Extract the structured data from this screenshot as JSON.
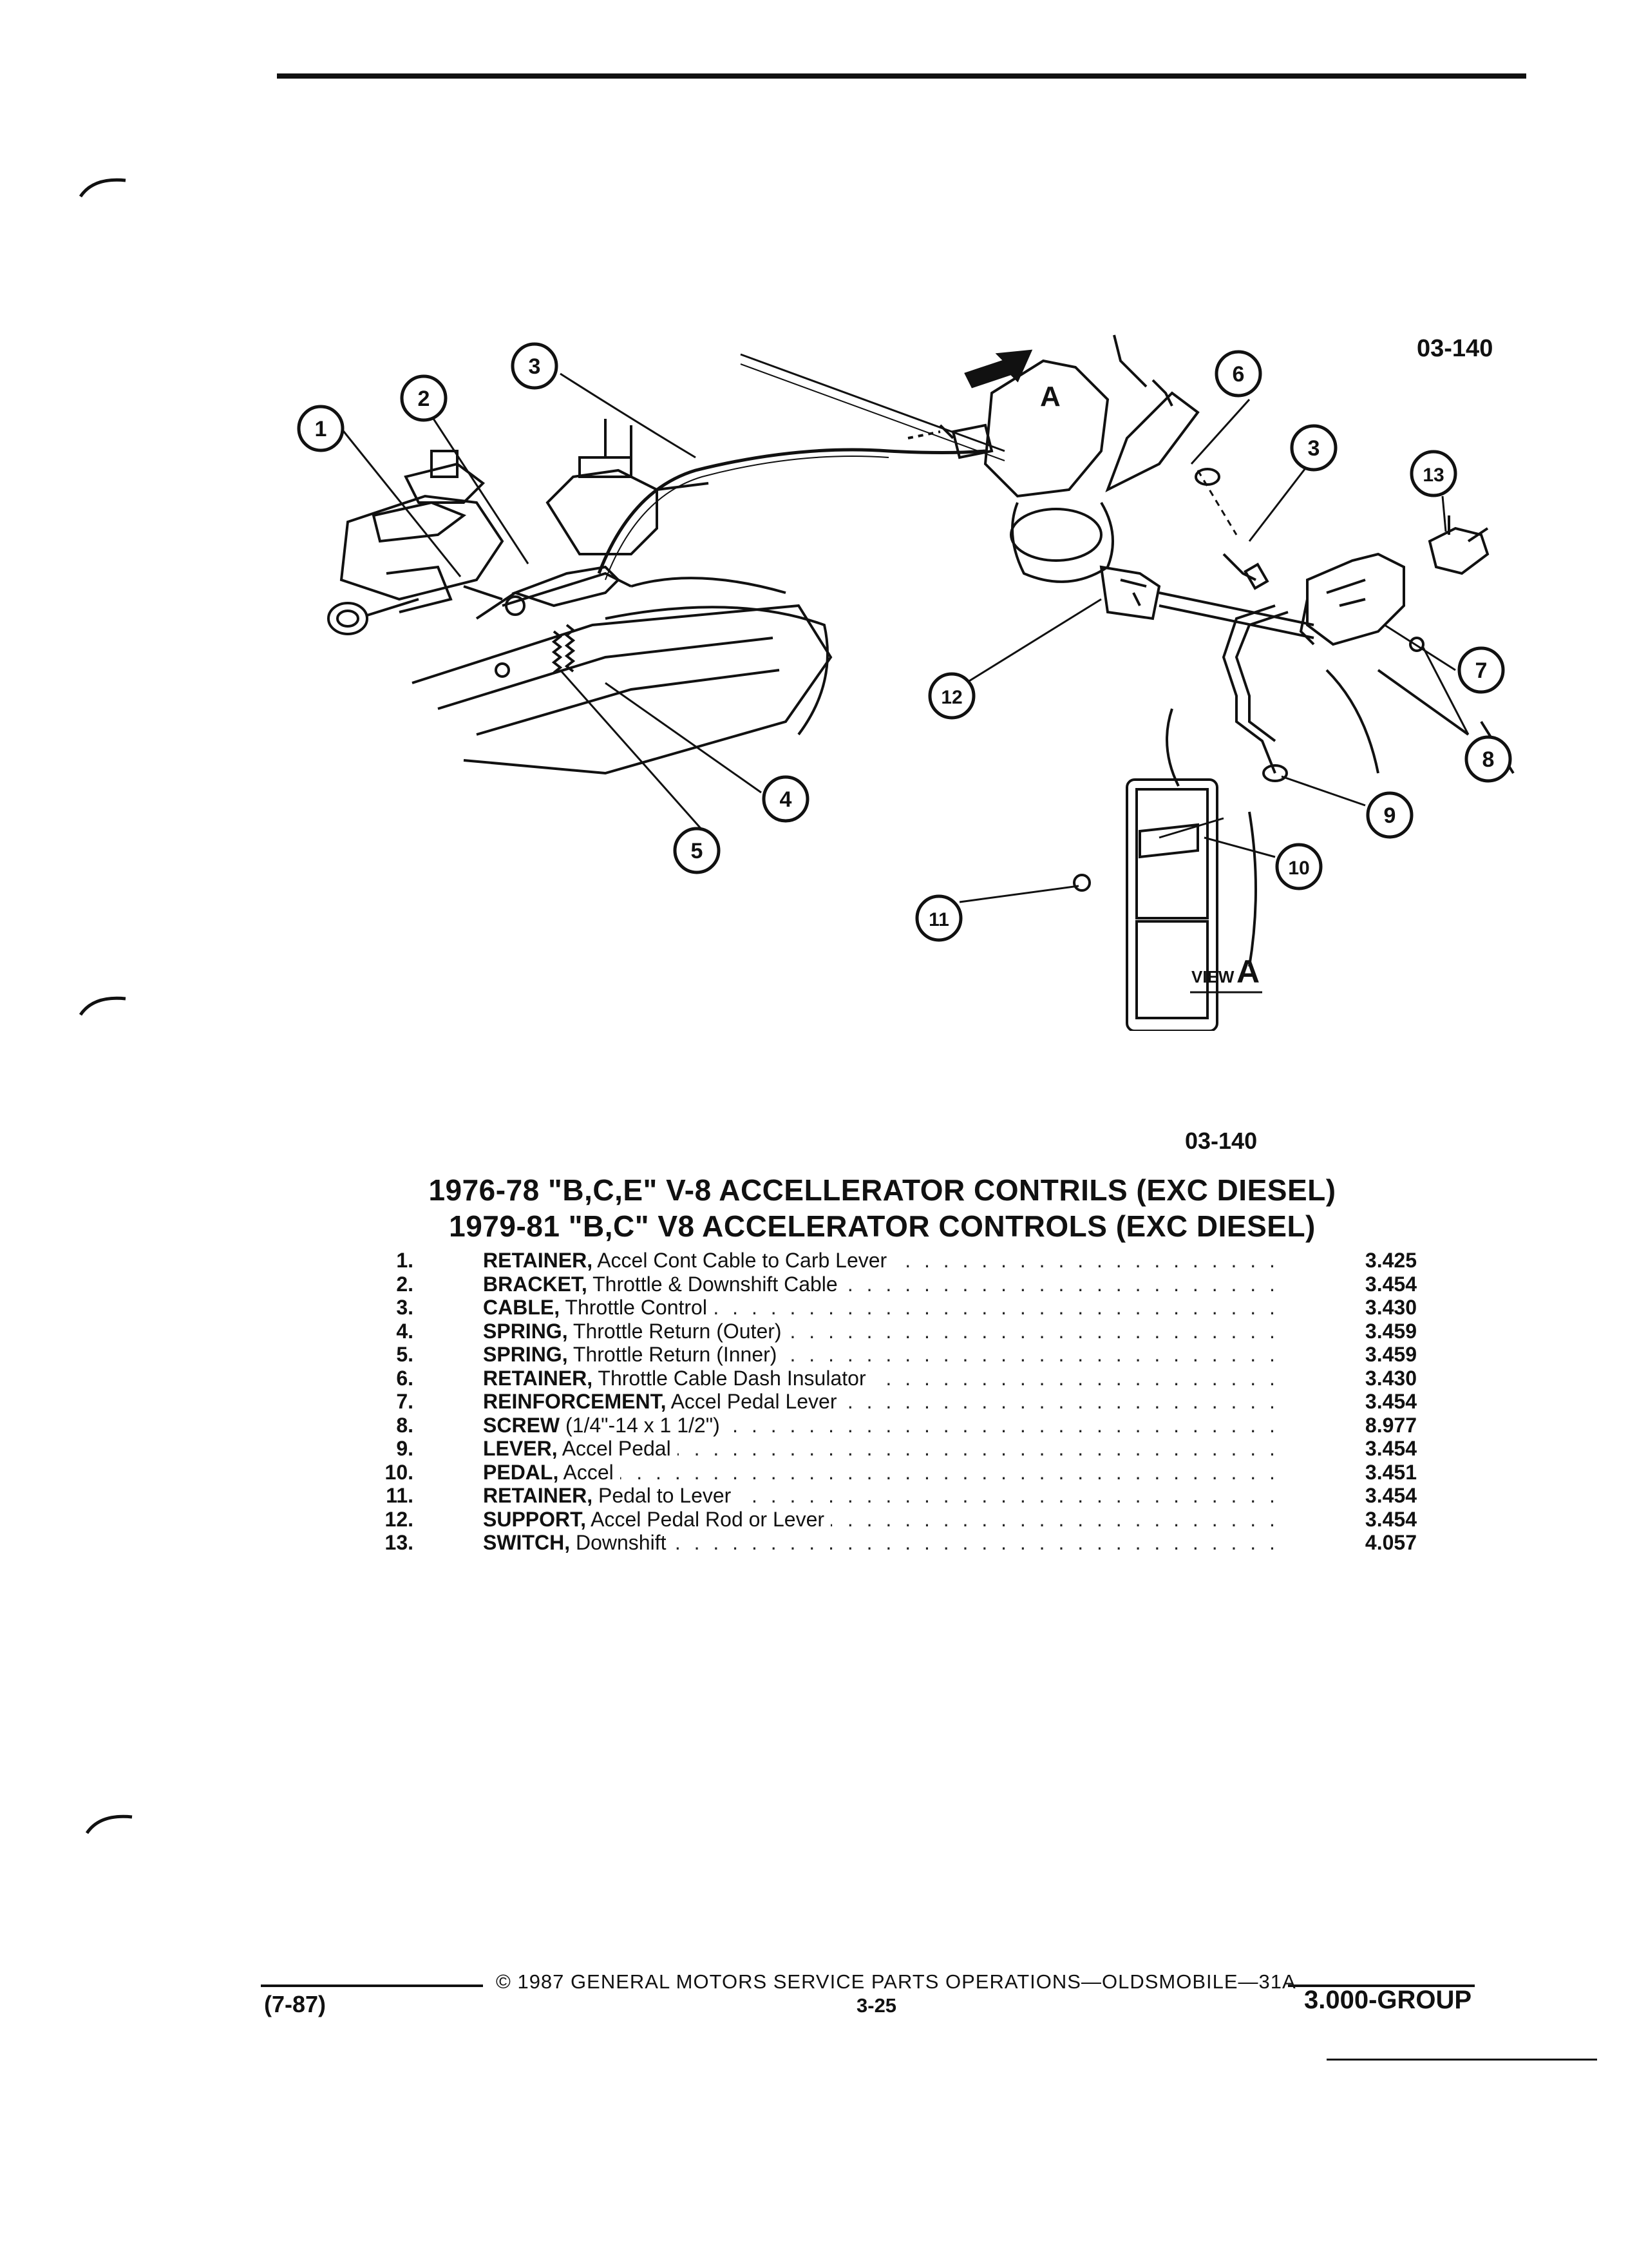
{
  "figure": {
    "code_top": "03-140",
    "code_caption": "03-140",
    "view_label": "VIEW",
    "view_letter": "A",
    "arrow_letter": "A",
    "callouts": [
      "1",
      "2",
      "3",
      "4",
      "5",
      "6",
      "3",
      "7",
      "8",
      "9",
      "10",
      "11",
      "12",
      "13"
    ]
  },
  "titles": {
    "line1": "1976-78 \"B,C,E\" V-8 ACCELLERATOR CONTRILS (EXC DIESEL)",
    "line2": "1979-81 \"B,C\" V8 ACCELERATOR CONTROLS (EXC DIESEL)"
  },
  "parts": [
    {
      "num": "1.",
      "name": "RETAINER,",
      "desc": "Accel Cont Cable to Carb Lever",
      "code": "3.425"
    },
    {
      "num": "2.",
      "name": "BRACKET,",
      "desc": "Throttle & Downshift Cable",
      "code": "3.454"
    },
    {
      "num": "3.",
      "name": "CABLE,",
      "desc": "Throttle Control",
      "code": "3.430"
    },
    {
      "num": "4.",
      "name": "SPRING,",
      "desc": "Throttle Return (Outer)",
      "code": "3.459"
    },
    {
      "num": "5.",
      "name": "SPRING,",
      "desc": "Throttle Return (Inner)",
      "code": "3.459"
    },
    {
      "num": "6.",
      "name": "RETAINER,",
      "desc": "Throttle Cable Dash Insulator",
      "code": "3.430"
    },
    {
      "num": "7.",
      "name": "REINFORCEMENT,",
      "desc": "Accel Pedal Lever",
      "code": "3.454"
    },
    {
      "num": "8.",
      "name": "SCREW",
      "desc": "(1/4\"-14 x 1 1/2\")",
      "code": "8.977"
    },
    {
      "num": "9.",
      "name": "LEVER,",
      "desc": "Accel Pedal",
      "code": "3.454"
    },
    {
      "num": "10.",
      "name": "PEDAL,",
      "desc": "Accel",
      "code": "3.451"
    },
    {
      "num": "11.",
      "name": "RETAINER,",
      "desc": "Pedal to Lever",
      "code": "3.454"
    },
    {
      "num": "12.",
      "name": "SUPPORT,",
      "desc": "Accel Pedal Rod or Lever",
      "code": "3.454"
    },
    {
      "num": "13.",
      "name": "SWITCH,",
      "desc": "Downshift",
      "code": "4.057"
    }
  ],
  "footer": {
    "copyright": "© 1987 GENERAL MOTORS SERVICE PARTS OPERATIONS—OLDSMOBILE—31A",
    "date": "(7-87)",
    "page": "3-25",
    "group": "3.000-GROUP"
  }
}
